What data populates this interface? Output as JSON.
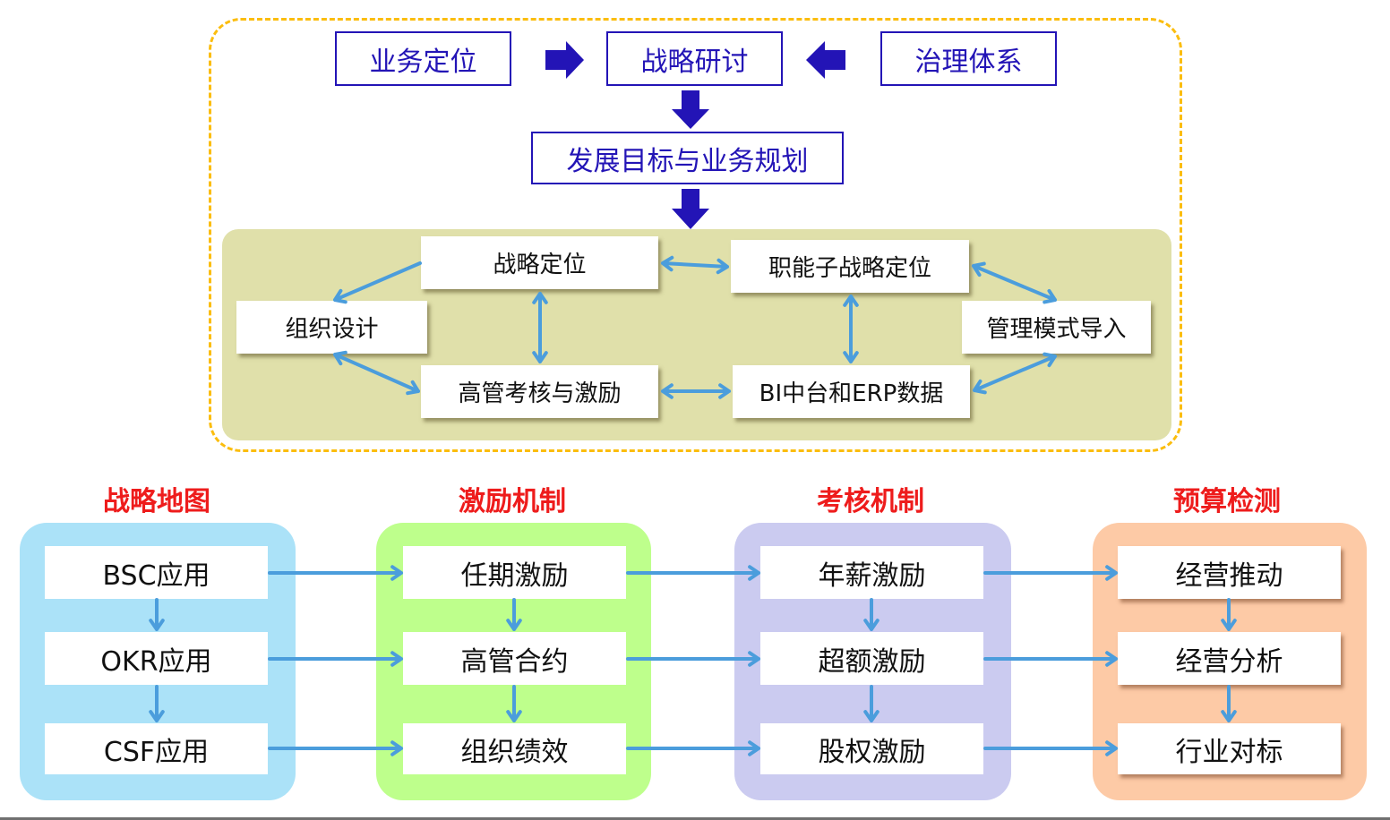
{
  "top_flow": {
    "business_positioning": "业务定位",
    "strategy_discussion": "战略研讨",
    "governance_system": "治理体系",
    "development_goals": "发展目标与业务规划"
  },
  "cycle": {
    "strategic_positioning": "战略定位",
    "functional_sub_strategy": "职能子战略定位",
    "org_design": "组织设计",
    "management_mode": "管理模式导入",
    "exec_assessment": "高管考核与激励",
    "bi_erp": "BI中台和ERP数据"
  },
  "columns": [
    {
      "title": "战略地图",
      "color": "#abe2f8",
      "items": [
        "BSC应用",
        "OKR应用",
        "CSF应用"
      ]
    },
    {
      "title": "激励机制",
      "color": "#beff8c",
      "items": [
        "任期激励",
        "高管合约",
        "组织绩效"
      ]
    },
    {
      "title": "考核机制",
      "color": "#cbcbf0",
      "items": [
        "年薪激励",
        "超额激励",
        "股权激励"
      ]
    },
    {
      "title": "预算检测",
      "color": "#fdcaa6",
      "items": [
        "经营推动",
        "经营分析",
        "行业对标"
      ]
    }
  ],
  "colors": {
    "frame_dashed": "#fbbd0e",
    "top_box_blue": "#2314b6",
    "cycle_panel": "#e0e0aa",
    "connector_blue": "#4b9ddc",
    "column_title_red": "#ee1c1c"
  }
}
